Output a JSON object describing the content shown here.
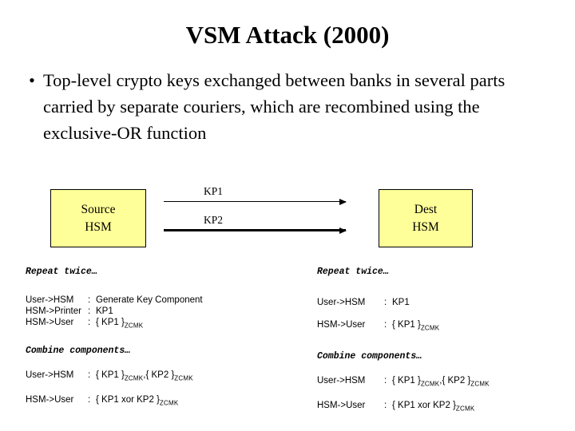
{
  "slide": {
    "title": "VSM Attack (2000)",
    "bullets": [
      {
        "marker": "•",
        "text": "Top-level crypto keys exchanged between banks in several parts carried by separate couriers, which are recombined using the exclusive-OR function"
      }
    ]
  },
  "diagram": {
    "box_fill": "#ffff99",
    "box_stroke": "#000000",
    "source_box": {
      "line1": "Source",
      "line2": "HSM"
    },
    "dest_box": {
      "line1": "Dest",
      "line2": "HSM"
    },
    "arrows": [
      {
        "label": "KP1",
        "weight": "thin"
      },
      {
        "label": "KP2",
        "weight": "thick"
      }
    ]
  },
  "protocol_left": {
    "head_a": "Repeat twice…",
    "lines_a": [
      {
        "actor": "User->HSM",
        "sep": ":",
        "body": "Generate Key Component",
        "sub": ""
      },
      {
        "actor": "HSM->Printer",
        "sep": ":",
        "body": "KP1",
        "sub": ""
      },
      {
        "actor": "HSM->User",
        "sep": ":",
        "body": "{ KP1 }",
        "sub": "ZCMK"
      }
    ],
    "head_b": "Combine components…",
    "lines_b": [
      {
        "actor": "User->HSM",
        "sep": ":",
        "body": "{ KP1 }",
        "sub": "ZCMK",
        "body2": ",{ KP2 }",
        "sub2": "ZCMK"
      },
      {
        "actor": "HSM->User",
        "sep": ":",
        "body": "{ KP1 xor KP2 }",
        "sub": "ZCMK",
        "body2": "",
        "sub2": ""
      }
    ]
  },
  "protocol_right": {
    "head_a": "Repeat twice…",
    "lines_a": [
      {
        "actor": "User->HSM",
        "sep": ":",
        "body": "KP1",
        "sub": ""
      },
      {
        "actor": "HSM->User",
        "sep": ":",
        "body": "{ KP1 }",
        "sub": "ZCMK"
      }
    ],
    "head_b": "Combine components…",
    "lines_b": [
      {
        "actor": "User->HSM",
        "sep": ":",
        "body": "{ KP1 }",
        "sub": "ZCMK",
        "body2": ",{ KP2 }",
        "sub2": "ZCMK"
      },
      {
        "actor": "HSM->User",
        "sep": ":",
        "body": "{ KP1 xor KP2 }",
        "sub": "ZCMK",
        "body2": "",
        "sub2": ""
      }
    ]
  }
}
